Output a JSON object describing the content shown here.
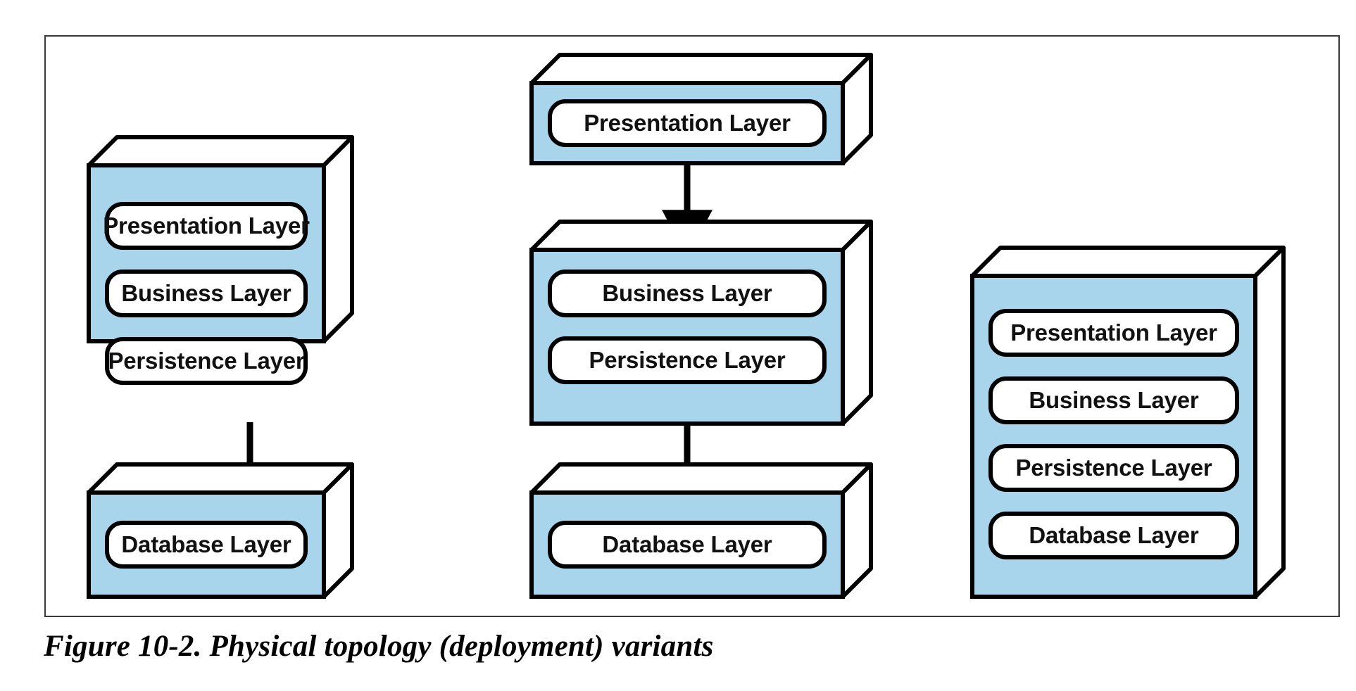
{
  "figure": {
    "caption": "Figure 10-2. Physical topology (deployment) variants",
    "frame_border_color": "#3a3a3a"
  },
  "style": {
    "node_fill": "#a9d5ec",
    "node_face_white": "#ffffff",
    "stroke": "#000000",
    "pill_fill": "#ffffff",
    "arrow_color": "#000000"
  },
  "diagram": {
    "type": "deployment-topology",
    "variants": [
      {
        "name": "single-deployment-with-separate-database",
        "nodes": [
          {
            "id": "v1-n1",
            "layers": [
              "Presentation Layer",
              "Business Layer",
              "Persistence Layer"
            ]
          },
          {
            "id": "v1-n2",
            "layers": [
              "Database Layer"
            ]
          }
        ],
        "arrows": [
          {
            "from": "v1-n1",
            "to": "v1-n2",
            "direction": "down"
          }
        ]
      },
      {
        "name": "presentation-separated-from-backend",
        "nodes": [
          {
            "id": "v2-n1",
            "layers": [
              "Presentation Layer"
            ]
          },
          {
            "id": "v2-n2",
            "layers": [
              "Business Layer",
              "Persistence Layer"
            ]
          },
          {
            "id": "v2-n3",
            "layers": [
              "Database Layer"
            ]
          }
        ],
        "arrows": [
          {
            "from": "v2-n1",
            "to": "v2-n2",
            "direction": "down"
          },
          {
            "from": "v2-n2",
            "to": "v2-n3",
            "direction": "down"
          }
        ]
      },
      {
        "name": "all-layers-single-deployment",
        "nodes": [
          {
            "id": "v3-n1",
            "layers": [
              "Presentation Layer",
              "Business Layer",
              "Persistence Layer",
              "Database Layer"
            ]
          }
        ],
        "arrows": []
      }
    ]
  },
  "labels": {
    "v1_n1_l0": "Presentation Layer",
    "v1_n1_l1": "Business Layer",
    "v1_n1_l2": "Persistence Layer",
    "v1_n2_l0": "Database Layer",
    "v2_n1_l0": "Presentation Layer",
    "v2_n2_l0": "Business Layer",
    "v2_n2_l1": "Persistence Layer",
    "v2_n3_l0": "Database Layer",
    "v3_n1_l0": "Presentation Layer",
    "v3_n1_l1": "Business Layer",
    "v3_n1_l2": "Persistence Layer",
    "v3_n1_l3": "Database Layer"
  }
}
